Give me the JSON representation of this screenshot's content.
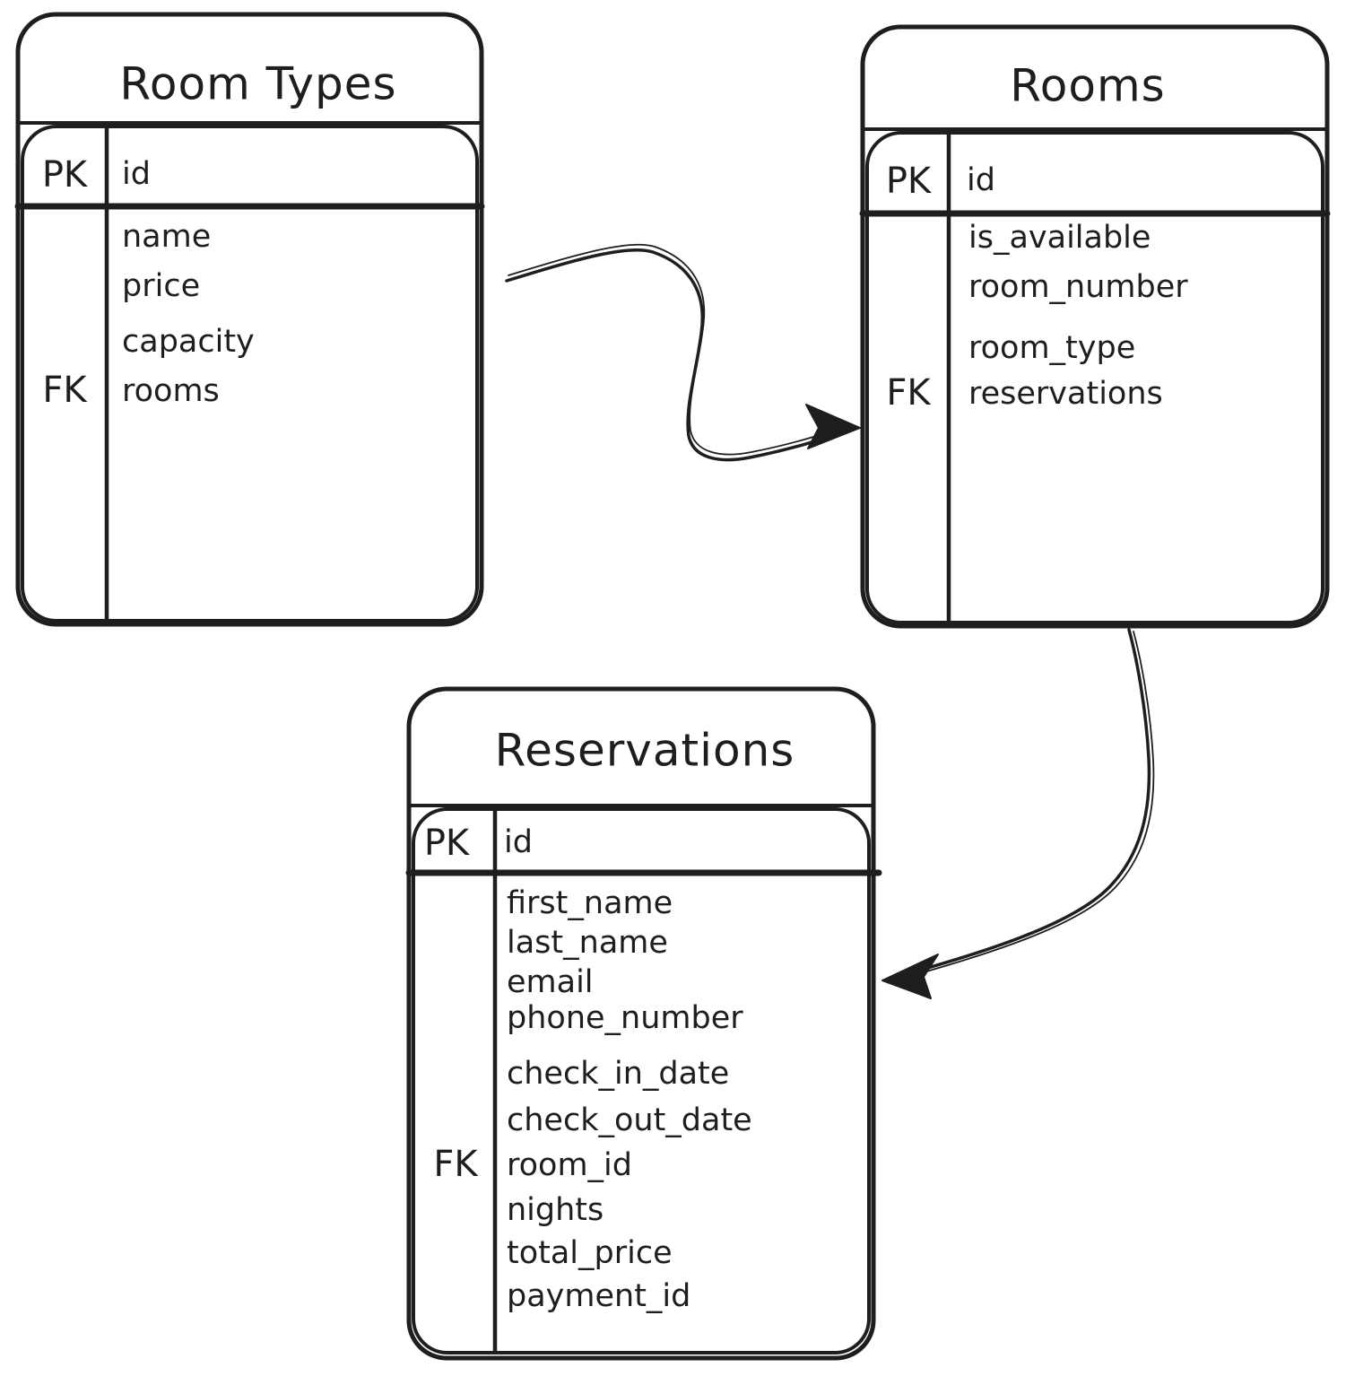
{
  "diagram": {
    "kind": "entity-relationship-diagram",
    "background_color": "#ffffff",
    "ink_color": "#1e1e1e",
    "tables": [
      {
        "title": "Room Types",
        "pk_label": "PK",
        "pk_field": "id",
        "fk_label": "FK",
        "fk_field": "rooms",
        "fields": [
          "name",
          "price",
          "capacity",
          "rooms"
        ]
      },
      {
        "title": "Rooms",
        "pk_label": "PK",
        "pk_field": "id",
        "fk_label": "FK",
        "fk_field": "reservations",
        "fields": [
          "is_available",
          "room_number",
          "room_type",
          "reservations"
        ]
      },
      {
        "title": "Reservations",
        "pk_label": "PK",
        "pk_field": "id",
        "fk_label": "FK",
        "fk_field": "room_id",
        "fields": [
          "first_name",
          "last_name",
          "email",
          "phone_number",
          "check_in_date",
          "check_out_date",
          "room_id",
          "nights",
          "total_price",
          "payment_id"
        ]
      }
    ],
    "relationships": [
      {
        "from": "Room Types",
        "to": "Rooms"
      },
      {
        "from": "Rooms",
        "to": "Reservations"
      }
    ]
  }
}
